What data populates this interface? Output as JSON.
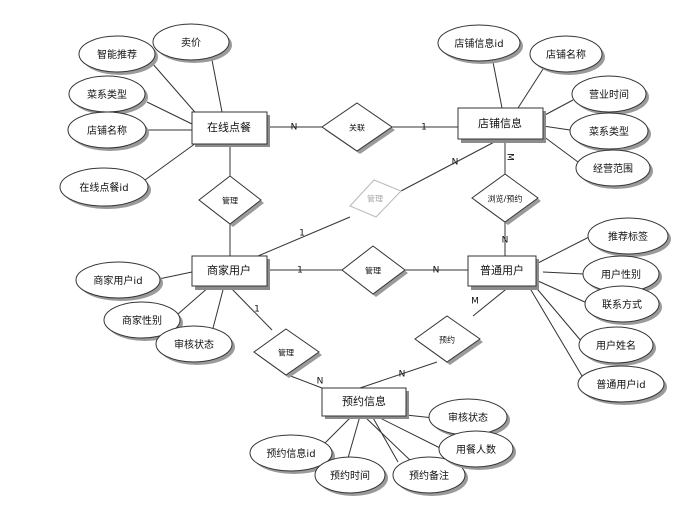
{
  "entities": {
    "online_menu": "在线点餐",
    "store_info": "店铺信息",
    "merchant_user": "商家用户",
    "normal_user": "普通用户",
    "reservation": "预约信息"
  },
  "relationships": {
    "associate": "关联",
    "manage_menu": "管理",
    "manage_store": "管理",
    "browse": "浏览/预约",
    "manage_user": "管理",
    "manage_res": "管理",
    "reserve": "预约"
  },
  "attributes": {
    "price": "卖价",
    "smart_recommend": "智能推荐",
    "menu_cuisine": "菜系类型",
    "menu_store_name": "店铺名称",
    "online_menu_id": "在线点餐id",
    "store_info_id": "店铺信息id",
    "store_name": "店铺名称",
    "business_hours": "营业时间",
    "store_cuisine": "菜系类型",
    "business_scope": "经营范围",
    "merchant_id": "商家用户id",
    "merchant_gender": "商家性别",
    "merchant_review": "审核状态",
    "recommend_tag": "推荐标签",
    "user_gender": "用户性别",
    "contact": "联系方式",
    "user_name": "用户姓名",
    "normal_user_id": "普通用户id",
    "res_review": "审核状态",
    "res_info_id": "预约信息id",
    "res_time": "预约时间",
    "res_note": "预约备注",
    "diners": "用餐人数"
  },
  "cardinalities": {
    "menu_assoc": "N",
    "assoc_store": "1",
    "store_faint": "N",
    "faint_merchant": "1",
    "store_browse": "M",
    "browse_user": "N",
    "merchant_manage": "1",
    "manage_user": "N",
    "merchant_res": "1",
    "res_manage": "N",
    "res_reserve": "N",
    "reserve_user": "M"
  }
}
